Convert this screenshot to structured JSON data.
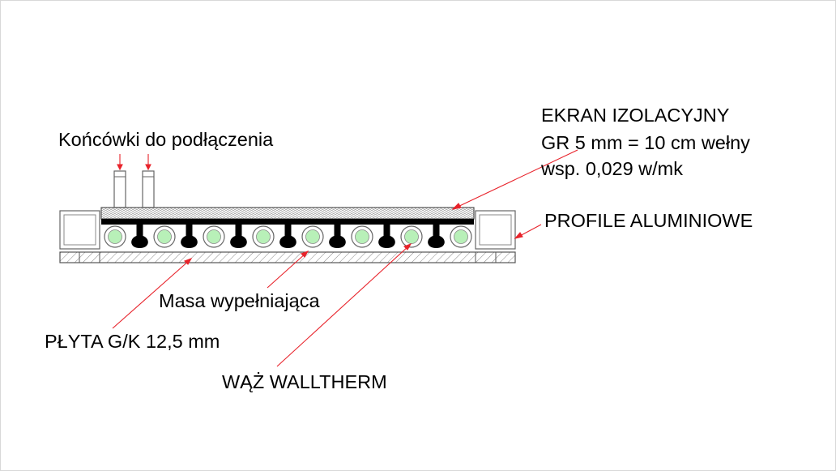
{
  "labels": {
    "koncowki": "Końcówki do podłączenia",
    "ekran_line1": "EKRAN IZOLACYJNY",
    "ekran_line2": "GR 5 mm = 10 cm wełny",
    "ekran_line3": "wsp. 0,029 w/mk",
    "profile": "PROFILE ALUMINIOWE",
    "masa": "Masa wypełniająca",
    "plyta": "PŁYTA G/K 12,5 mm",
    "waz": "WĄŻ WALLTHERM"
  },
  "colors": {
    "leader": "#e8222a",
    "tube_fill": "#b8f0b8",
    "filler": "#000000",
    "outline": "#555555"
  },
  "tube_count": 8,
  "bump_count": 7
}
